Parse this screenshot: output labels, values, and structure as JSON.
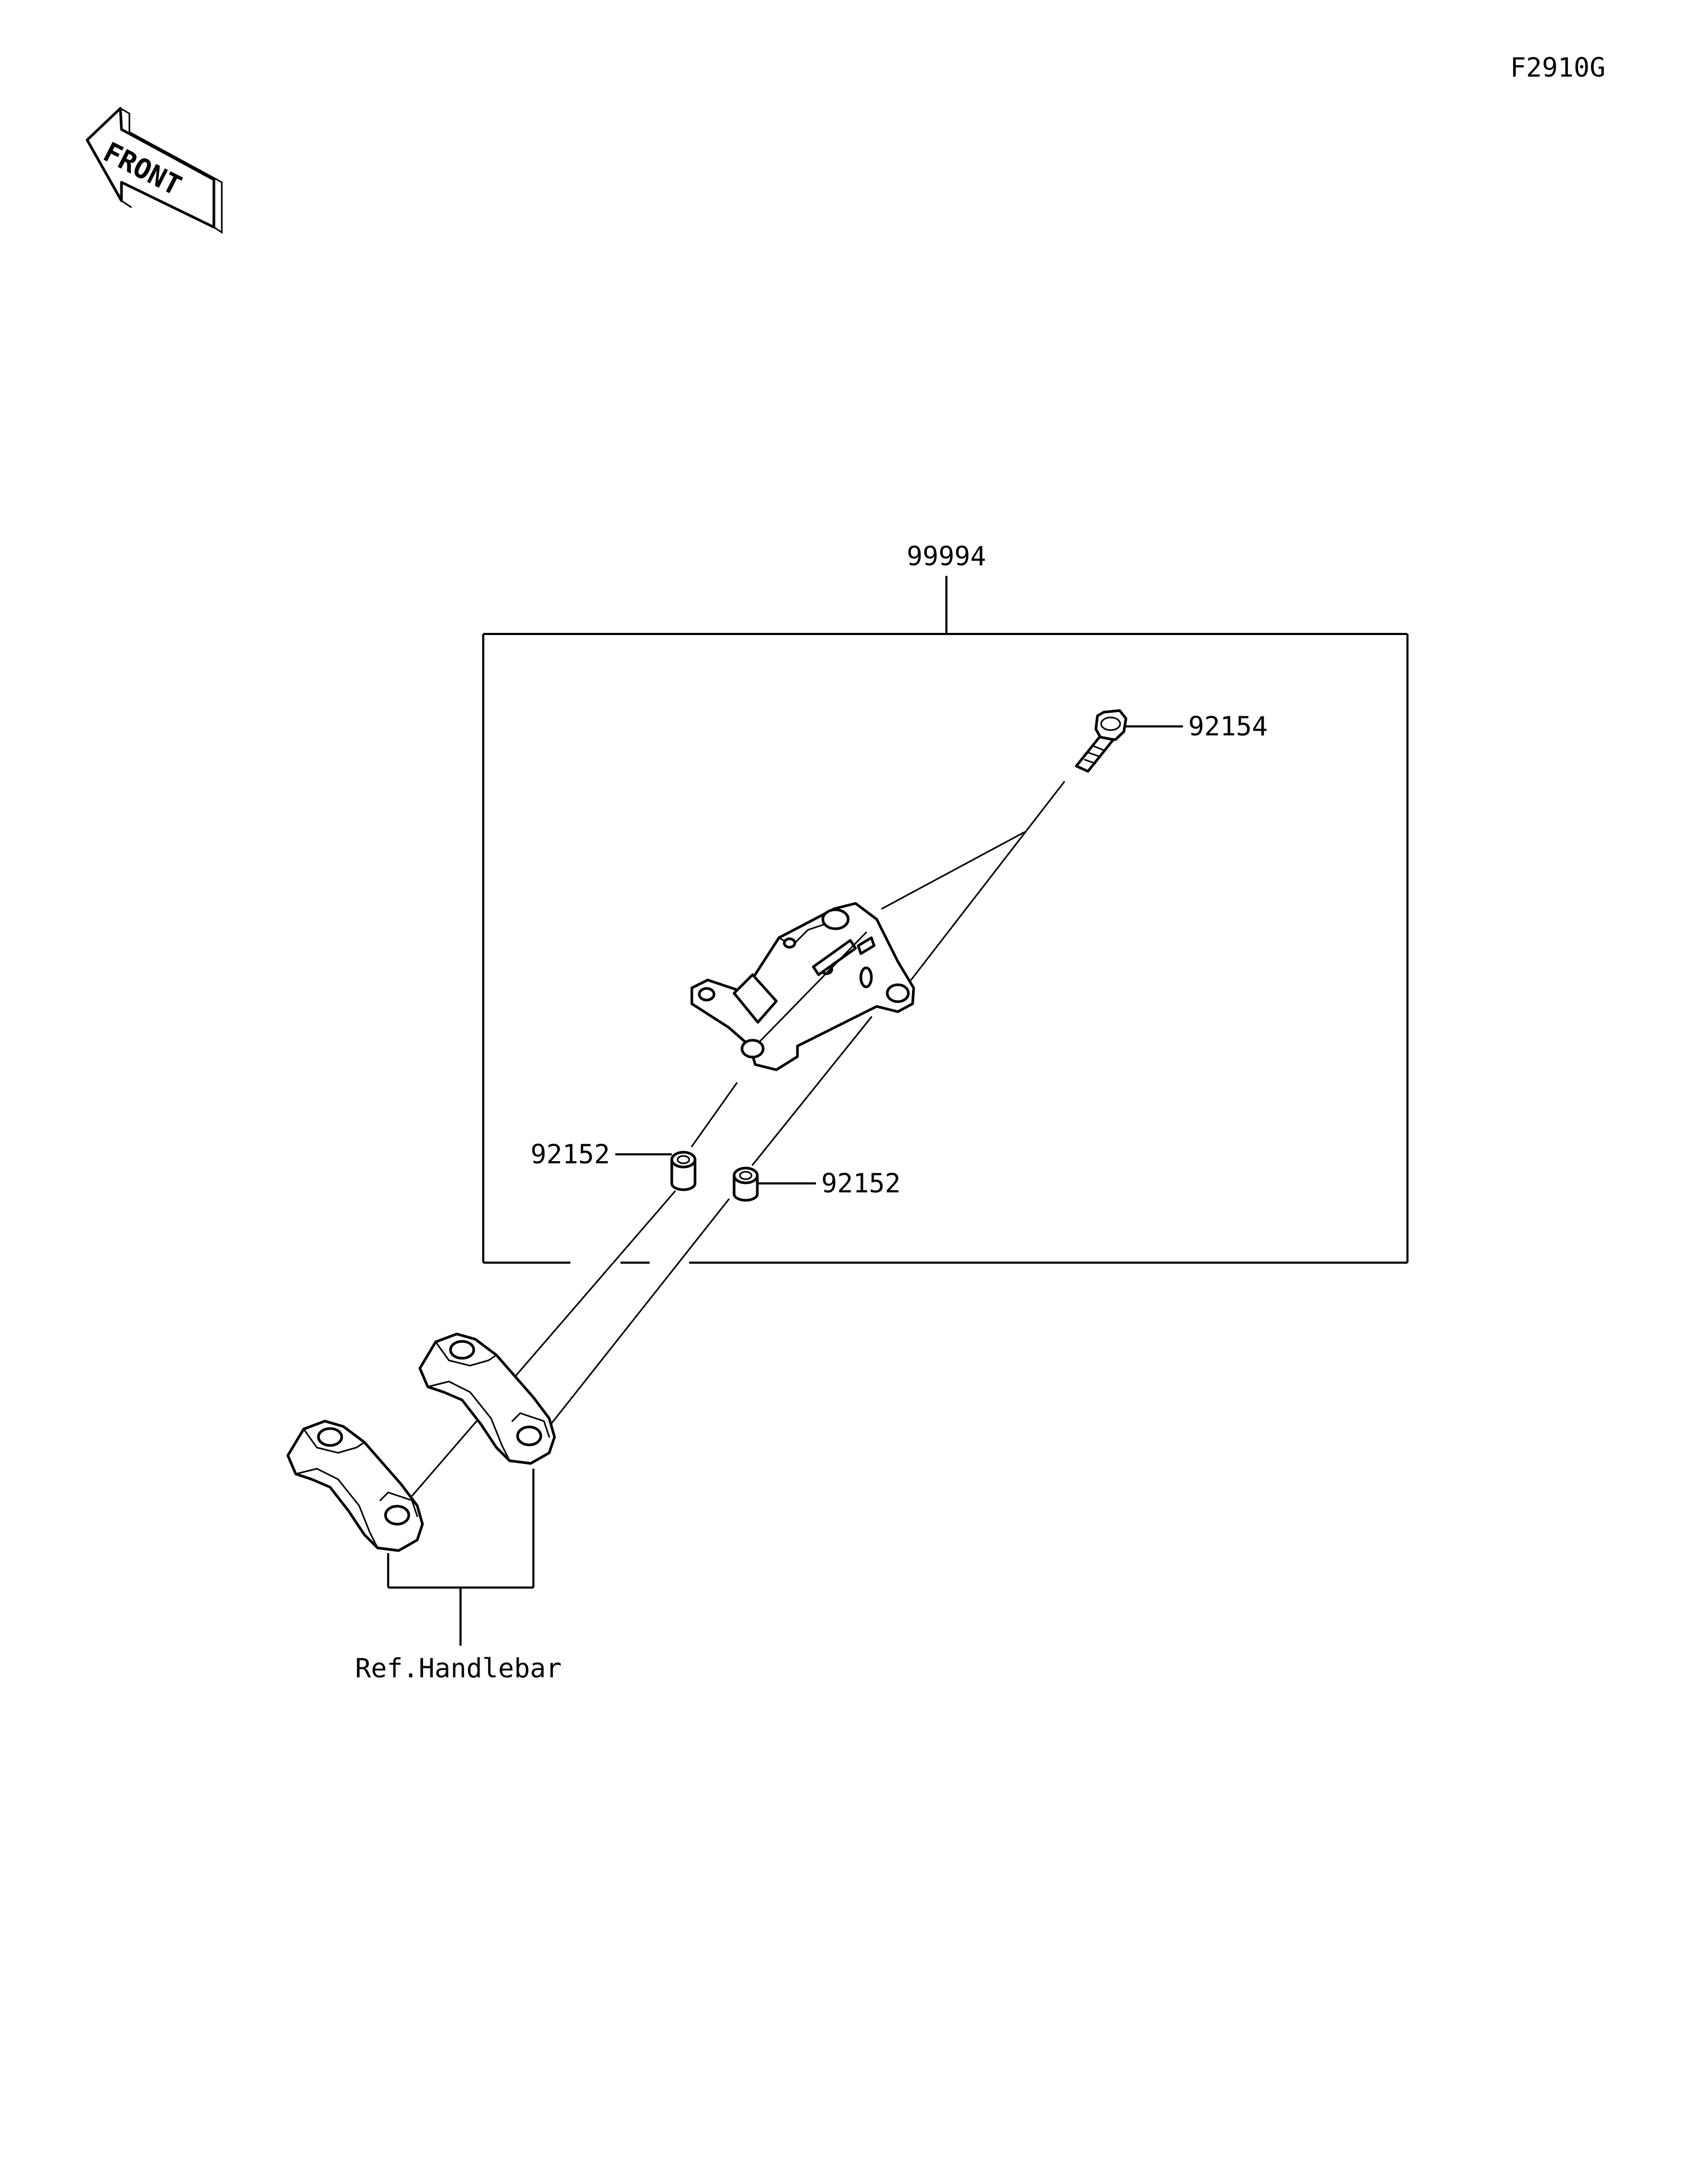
{
  "figure_code": "F2910G",
  "front_label": "FRONT",
  "parts": {
    "kit": "99994",
    "bolt": "92154",
    "collar_left": "92152",
    "collar_right": "92152"
  },
  "reference_label": "Ref.Handlebar"
}
